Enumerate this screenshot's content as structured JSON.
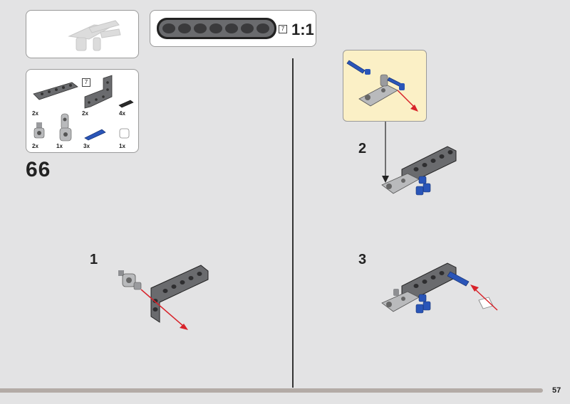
{
  "page": {
    "step_number": "66",
    "page_number": "57"
  },
  "scale_ruler": {
    "badge": "7",
    "ratio": "1:1"
  },
  "parts_list": {
    "top_badge": "7",
    "items": [
      {
        "name": "beam-1x7",
        "qty": "2x"
      },
      {
        "name": "l-beam-3x5",
        "qty": "2x"
      },
      {
        "name": "black-pin",
        "qty": "4x"
      },
      {
        "name": "axle-pin-connector",
        "qty": "2x"
      },
      {
        "name": "double-connector",
        "qty": "1x"
      },
      {
        "name": "blue-axle-pin",
        "qty": "3x"
      },
      {
        "name": "white-bush",
        "qty": "1x"
      }
    ]
  },
  "sub_steps": [
    {
      "number": "1"
    },
    {
      "number": "2"
    },
    {
      "number": "3"
    }
  ],
  "colors": {
    "dark_grey": "#6a6b6e",
    "light_grey": "#b9babc",
    "blue": "#2a55b8",
    "arrow_red": "#d8232a",
    "callout_bg": "#fbf0c6",
    "page_bg": "#e3e3e4"
  }
}
